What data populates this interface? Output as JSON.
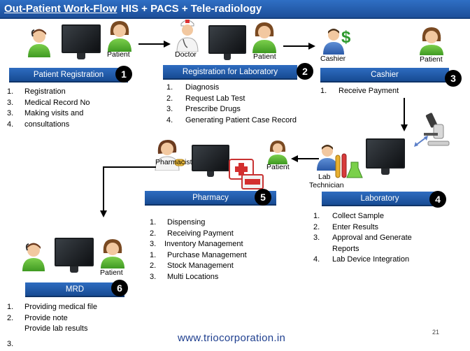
{
  "header": {
    "title": "Out-Patient Work-Flow",
    "subtitle": "HIS + PACS +  Tele-radiology"
  },
  "stages": [
    {
      "label": "Patient Registration",
      "number": "1",
      "items": [
        {
          "n": "1.",
          "t": "Registration"
        },
        {
          "n": "3.",
          "t": "Medical Record No"
        },
        {
          "n": "3.",
          "t": "Making visits and"
        },
        {
          "n": "4.",
          "t": "consultations"
        }
      ]
    },
    {
      "label": "Registration for Laboratory",
      "number": "2",
      "items": [
        {
          "n": "1.",
          "t": "Diagnosis"
        },
        {
          "n": "2.",
          "t": "Request Lab Test"
        },
        {
          "n": "3.",
          "t": "Prescribe Drugs"
        },
        {
          "n": "4.",
          "t": "Generating Patient Case Record"
        }
      ]
    },
    {
      "label": "Cashier",
      "number": "3",
      "items": [
        {
          "n": "1.",
          "t": "Receive Payment"
        }
      ]
    },
    {
      "label": "Laboratory",
      "number": "4",
      "items": [
        {
          "n": "1.",
          "t": "Collect Sample"
        },
        {
          "n": "2.",
          "t": "Enter Results"
        },
        {
          "n": "3.",
          "t": "Approval and Generate"
        },
        {
          "n": "",
          "t": "Reports"
        },
        {
          "n": "4.",
          "t": "Lab Device Integration"
        }
      ]
    },
    {
      "label": "Pharmacy",
      "number": "5",
      "items": [
        {
          "n": "1.",
          "t": "Dispensing"
        },
        {
          "n": "2.",
          "t": "Receiving Payment"
        },
        {
          "n": "3.",
          "t": "Inventory Management"
        },
        {
          "n": "1.",
          "t": "Purchase Management"
        },
        {
          "n": "2.",
          "t": "Stock Management"
        },
        {
          "n": "3.",
          "t": "Multi Locations"
        }
      ]
    },
    {
      "label": "MRD",
      "number": "6",
      "items": [
        {
          "n": "1.",
          "t": "Providing medical file"
        },
        {
          "n": "2.",
          "t": "Provide note"
        },
        {
          "n": "",
          "t": "Provide lab results"
        },
        {
          "n": "3.",
          "t": ""
        }
      ]
    }
  ],
  "actors": {
    "patient": "Patient",
    "doctor": "Doctor",
    "cashier": "Cashier",
    "pharmacist": "Pharmacist",
    "lab_technician_1": "Lab",
    "lab_technician_2": "Technician"
  },
  "footer": {
    "url": "www.triocorporation.in",
    "page": "21"
  },
  "colors": {
    "title_bar": "#1d4f9a",
    "stage_box": "#1f58a8",
    "badge": "#000000",
    "url_text": "#1f3f8f"
  }
}
